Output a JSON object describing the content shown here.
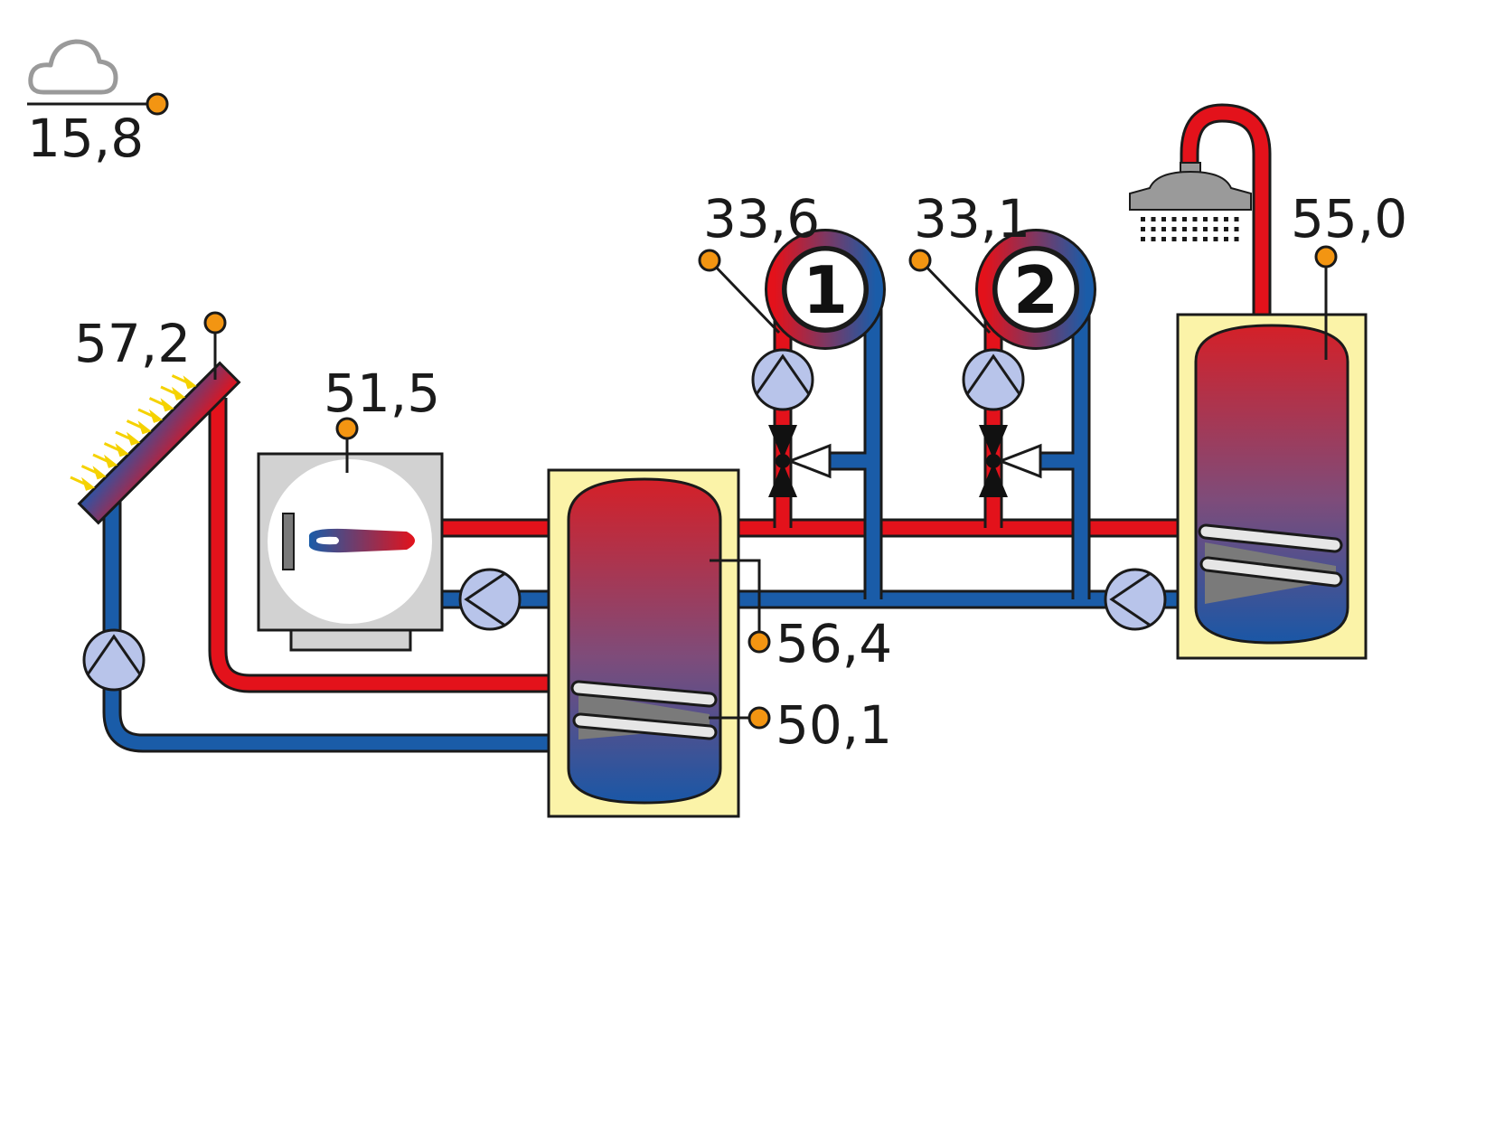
{
  "colors": {
    "hot": "#e3121b",
    "cold": "#1a5ca8",
    "pump_fill": "#b8c4ea",
    "sensor": "#f39512",
    "tank_jacket": "#fbf3a8",
    "boiler_body": "#d2d2d2",
    "coil": "#e6e6e6",
    "coil_shadow": "#7a7a7a",
    "sun_rays": "#f5d200",
    "weather_icon": "#9a9a9a"
  },
  "icons": {
    "weather": "cloud-icon",
    "shower": "shower-head-icon",
    "pump": "circulation-pump-icon",
    "valve": "three-way-valve-icon",
    "sensor": "temperature-sensor-icon",
    "sun": "sun-rays-icon"
  },
  "readings": {
    "outdoor": "15,8",
    "collector": "57,2",
    "boiler": "51,5",
    "circuit_1": "33,6",
    "circuit_2": "33,1",
    "buffer_top": "56,4",
    "buffer_bottom": "50,1",
    "dhw_tank": "55,0"
  },
  "circuits": {
    "one": "1",
    "two": "2"
  }
}
